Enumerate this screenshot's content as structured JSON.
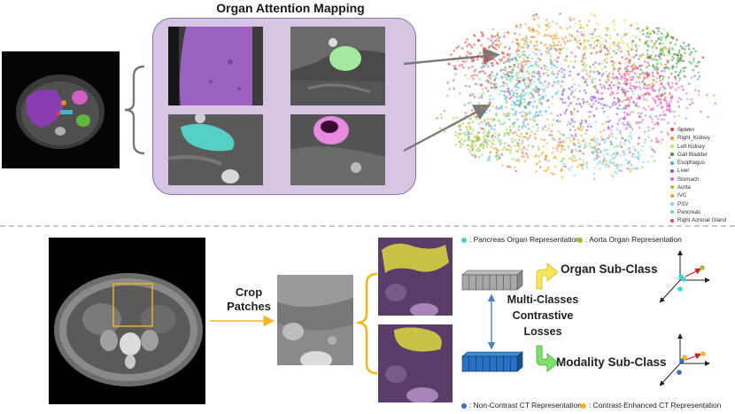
{
  "top": {
    "title": "Organ Attention Mapping",
    "tsne_legend": [
      {
        "label": "Spleen",
        "color": "#e0413f"
      },
      {
        "label": "Right_Kidney",
        "color": "#e99a32"
      },
      {
        "label": "Left Kidney",
        "color": "#cfe04a"
      },
      {
        "label": "Gall Bladder",
        "color": "#2f9a3a"
      },
      {
        "label": "Esophagus",
        "color": "#3fb7c8"
      },
      {
        "label": "Liver",
        "color": "#8a4fcf"
      },
      {
        "label": "Stomach",
        "color": "#e05fd0"
      },
      {
        "label": "Aorta",
        "color": "#9ac832"
      },
      {
        "label": "IVC",
        "color": "#f0a020"
      },
      {
        "label": "PSV",
        "color": "#7ad0e8"
      },
      {
        "label": "Pancreas",
        "color": "#5fd8c8"
      },
      {
        "label": "Right Acrenal Gland",
        "color": "#e0406a"
      }
    ]
  },
  "bottom": {
    "crop_label_line1": "Crop",
    "crop_label_line2": "Patches",
    "legend_top_left": "Pancreas Organ Representation",
    "legend_top_right": "Aorta Organ Representation",
    "legend_bottom_left": "Non-Contrast CT Representation",
    "legend_bottom_right": "Contrast-Enhanced CT Representation",
    "loss_line1": "Multi-Classes",
    "loss_line2": "Contrastive",
    "loss_line3": "Losses",
    "organ_subclass": "Organ Sub-Class",
    "modality_subclass": "Modality Sub-Class",
    "colors": {
      "pancreas": "#3fd6cc",
      "aorta": "#9ac02a",
      "noncontrast": "#3a6fc0",
      "contrast": "#f0b820",
      "panel_bg": "#d6c6e4",
      "panel_border": "#8a6fa8"
    }
  }
}
